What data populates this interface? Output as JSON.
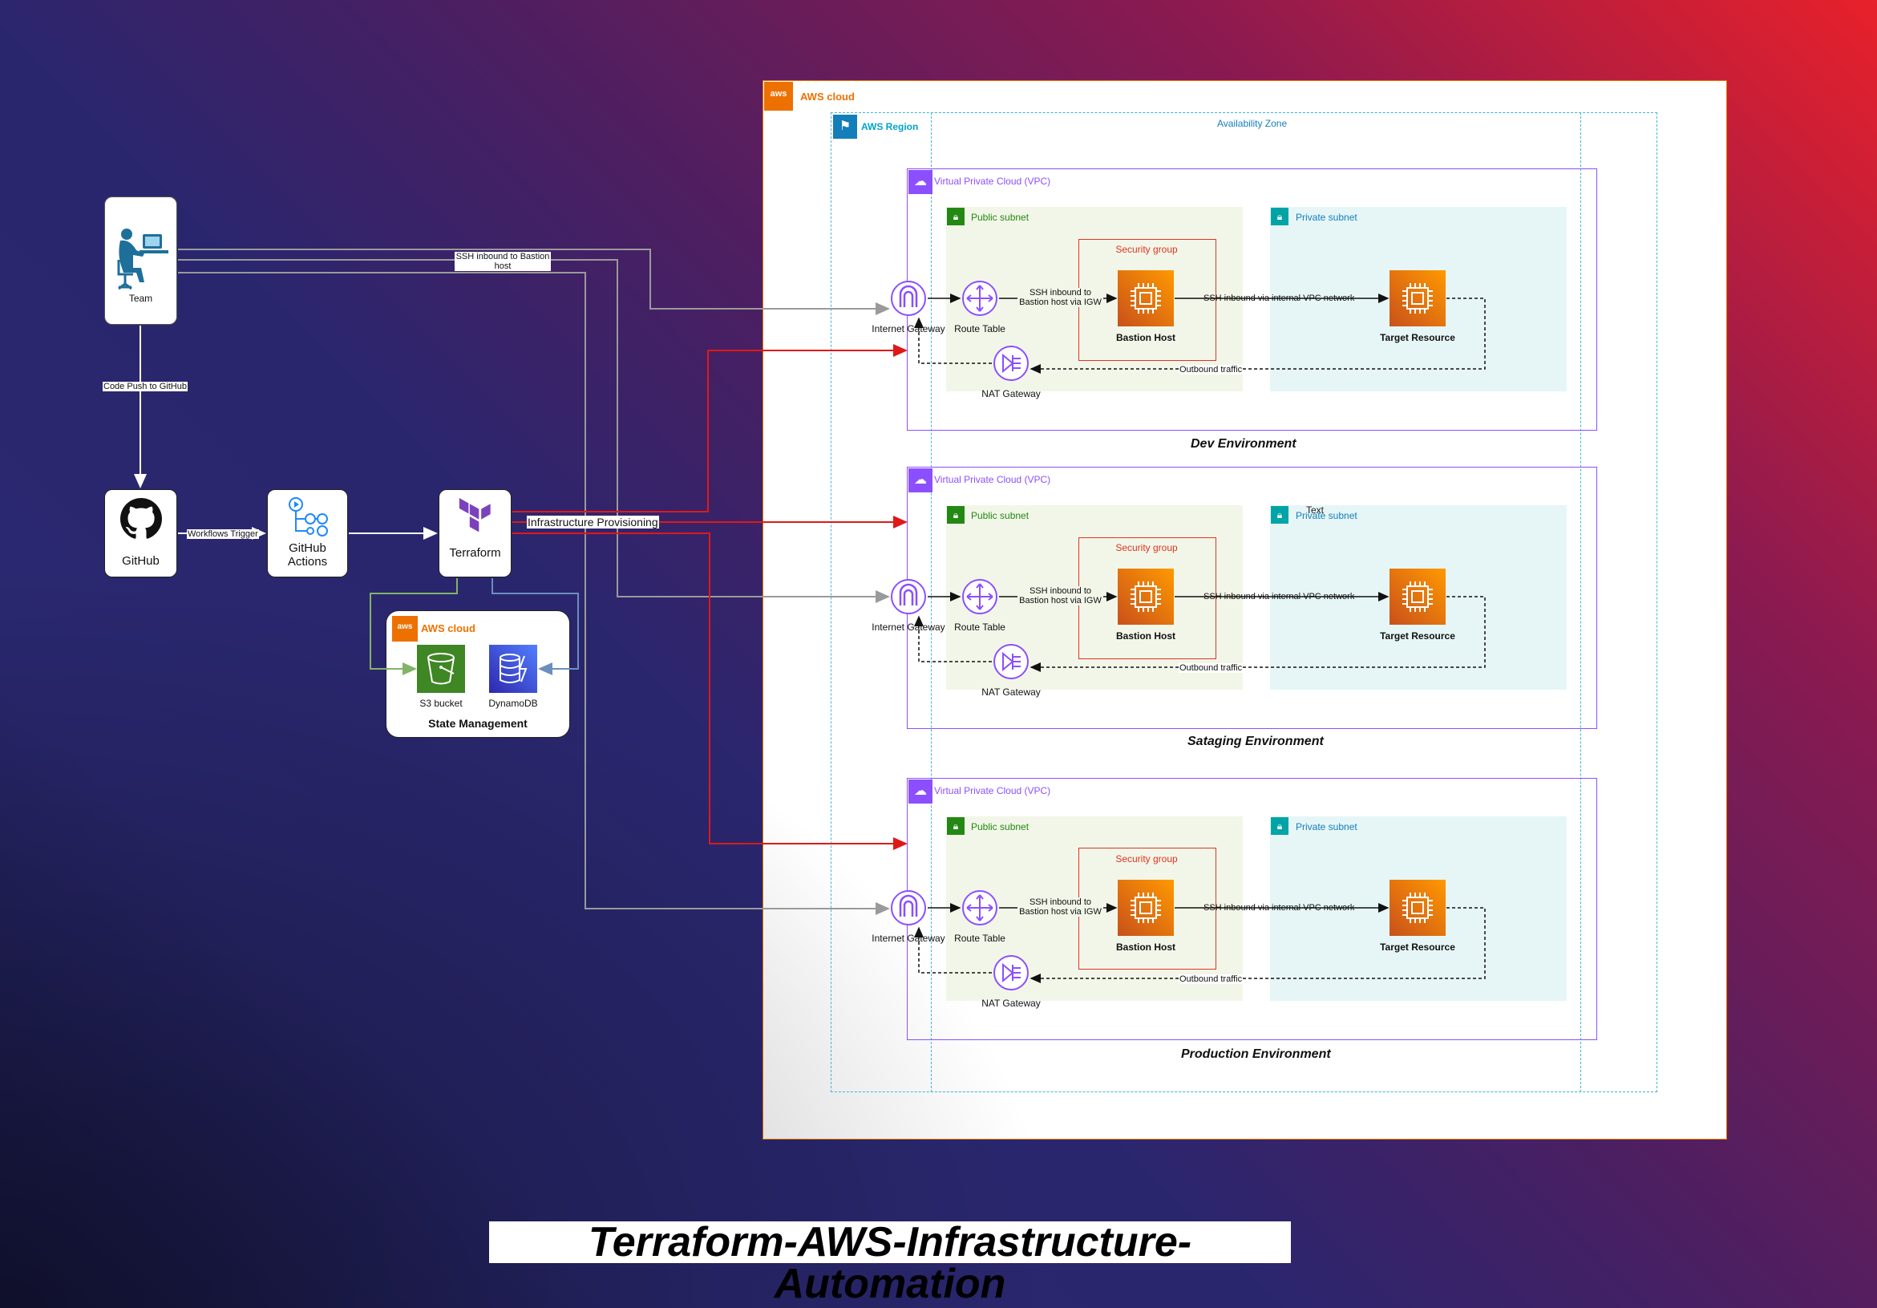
{
  "team": {
    "label": "Team"
  },
  "github": {
    "label": "GitHub"
  },
  "github_actions": {
    "label": "GitHub\nActions",
    "line1": "GitHub",
    "line2": "Actions"
  },
  "terraform": {
    "label": "Terraform"
  },
  "edges": {
    "code_push": "Code Push to GitHub",
    "workflows_trigger": "Workflows Trigger",
    "ssh_bastion_line1": "SSH inbound to Bastion",
    "ssh_bastion_line2": "host",
    "infra_provisioning": "Infrastructure Provisioning"
  },
  "state": {
    "cloud_label": "AWS cloud",
    "s3": "S3 bucket",
    "dynamodb": "DynamoDB",
    "title": "State Management"
  },
  "aws": {
    "cloud_label": "AWS cloud",
    "region_label": "AWS Region",
    "az_label": "Availability Zone",
    "stray_text": "Text"
  },
  "vpc": {
    "vpc_label": "Virtual Private Cloud (VPC)",
    "public_subnet": "Public subnet",
    "private_subnet": "Private subnet",
    "security_group": "Security group",
    "internet_gateway": "Internet Gateway",
    "route_table": "Route Table",
    "nat_gateway": "NAT Gateway",
    "bastion_host": "Bastion Host",
    "target_resource": "Target Resource",
    "ssh_igw_line1": "SSH inbound to",
    "ssh_igw_line2": "Bastion host via IGW",
    "ssh_internal": "SSH inbound via internal VPC network",
    "outbound": "Outbound traffic"
  },
  "environments": [
    {
      "title": "Dev Environment"
    },
    {
      "title": "Sataging Environment"
    },
    {
      "title": "Production Environment"
    }
  ],
  "footer": {
    "title": "Terraform-AWS-Infrastructure-Automation"
  },
  "colors": {
    "vpc": "#8c4fff",
    "public_subnet_fill": "#f2f6e8",
    "public_subnet_text": "#248814",
    "private_subnet_fill": "#e6f6f7",
    "private_subnet_text": "#147eba",
    "security_group": "#dd3522",
    "aws_orange": "#ed7100",
    "region_blue": "#147eba",
    "az_blue": "#147eba",
    "provisioning_red": "#e01818",
    "ssh_gray": "#9a9a9a",
    "s3_green": "#3f8624",
    "dynamodb_blue": "#3b48cc"
  }
}
